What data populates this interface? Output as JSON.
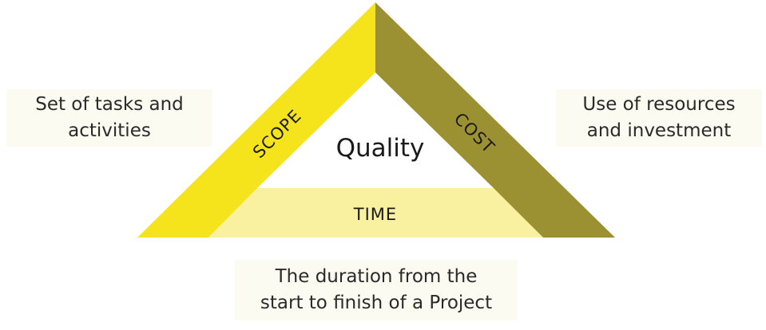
{
  "triangle": {
    "center_label": "Quality",
    "sides": {
      "scope": {
        "label": "SCOPE",
        "color": "#f5e31c"
      },
      "cost": {
        "label": "COST",
        "color": "#9c9132"
      },
      "time": {
        "label": "TIME",
        "color": "#f9f0a0"
      }
    }
  },
  "descriptions": {
    "scope": {
      "line1": "Set of tasks and",
      "line2": "activities"
    },
    "cost": {
      "line1": "Use of resources",
      "line2": "and investment"
    },
    "time": {
      "line1": "The duration from the",
      "line2": "start to finish of a Project"
    }
  }
}
